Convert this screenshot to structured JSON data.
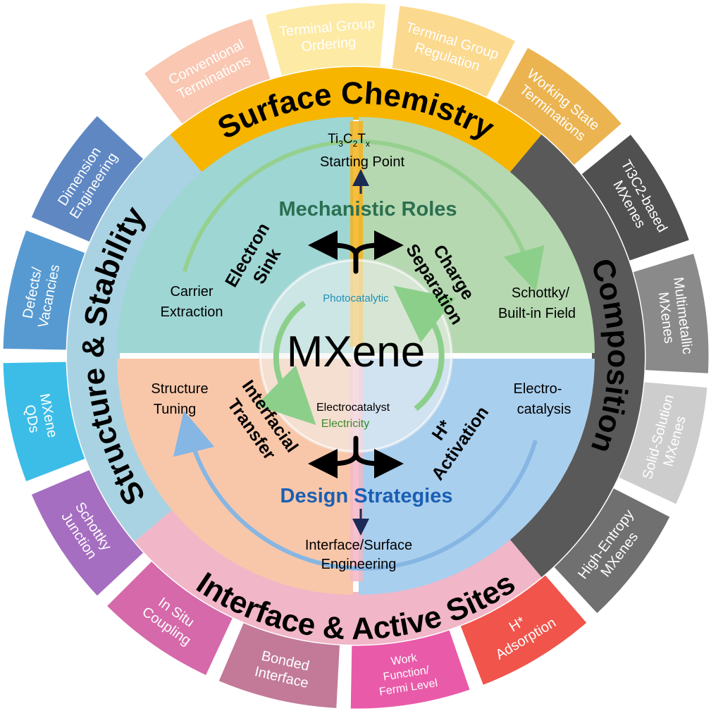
{
  "center": {
    "title": "MXene",
    "photocatalytic": "Photocatalytic",
    "electrocatalyst": "Electrocatalyst",
    "electricity": "Electricity"
  },
  "mechanistic_roles": "Mechanistic Roles",
  "design_strategies": "Design Strategies",
  "starting_point": {
    "formula": {
      "ti": "Ti",
      "n1": "3",
      "c": "C",
      "n2": "2",
      "t": "T",
      "x": "x"
    },
    "label": "Starting Point"
  },
  "interface_surface_engineering": [
    "Interface/Surface",
    "Engineering"
  ],
  "quadrants": {
    "top_left": {
      "label": [
        "Carrier",
        "Extraction"
      ],
      "role": [
        "Electron",
        "Sink"
      ],
      "color": "#9ed6d4"
    },
    "top_right": {
      "label": [
        "Schottky/",
        "Built-in Field"
      ],
      "role": [
        "Charge",
        "Separation"
      ],
      "color": "#b5d8b0"
    },
    "bottom_left": {
      "label": [
        "Structure",
        "Tuning"
      ],
      "role": [
        "Interfacial",
        "Transfer"
      ],
      "color": "#f8c7a9"
    },
    "bottom_right": {
      "label": [
        "Electro-",
        "catalysis"
      ],
      "role": [
        "H*",
        "Activation"
      ],
      "color": "#a9cfee"
    }
  },
  "categories": {
    "surface_chemistry": "Surface Chemistry",
    "composition": "Composition",
    "interface_active_sites": "Interface & Active Sites",
    "structure_stability": "Structure & Stability"
  },
  "outer_ring": [
    {
      "id": "conventional-terminations",
      "lines": [
        "Conventional",
        "Terminations"
      ],
      "color": "#f9c7b2"
    },
    {
      "id": "terminal-group-ordering",
      "lines": [
        "Terminal Group",
        "Ordering"
      ],
      "color": "#fdeaa5"
    },
    {
      "id": "terminal-group-regulation",
      "lines": [
        "Terminal Group",
        "Regulation"
      ],
      "color": "#fbd98e"
    },
    {
      "id": "working-state-terminations",
      "lines": [
        "Working State",
        "Terminations"
      ],
      "color": "#ebb450"
    },
    {
      "id": "ti3c2-based-mxenes",
      "lines": [
        "Ti3C2-based",
        "MXenes"
      ],
      "color": "#505050"
    },
    {
      "id": "multimetallic-mxenes",
      "lines": [
        "Multimetallic",
        "MXenes"
      ],
      "color": "#8a8a8a"
    },
    {
      "id": "solid-solution-mxenes",
      "lines": [
        "Solid-Solution",
        "MXenes"
      ],
      "color": "#cdcdcd"
    },
    {
      "id": "high-entropy-mxenes",
      "lines": [
        "High-Entropy",
        "MXenes"
      ],
      "color": "#707070"
    },
    {
      "id": "h-adsorption",
      "lines": [
        "H*",
        "Adsorption"
      ],
      "color": "#f0544b"
    },
    {
      "id": "work-function-fermi-level",
      "lines": [
        "Work",
        "Function/",
        "Fermi Level"
      ],
      "color": "#e95aa9"
    },
    {
      "id": "bonded-interface",
      "lines": [
        "Bonded",
        "Interface"
      ],
      "color": "#c27a98"
    },
    {
      "id": "in-situ-coupling",
      "lines": [
        "In Situ",
        "Coupling"
      ],
      "color": "#d569a9"
    },
    {
      "id": "schottky-junction",
      "lines": [
        "Schottky",
        "Junction"
      ],
      "color": "#a56ec0"
    },
    {
      "id": "mxene-qds",
      "lines": [
        "MXene",
        "QDs"
      ],
      "color": "#3cbde8"
    },
    {
      "id": "defects-vacancies",
      "lines": [
        "Defects/",
        "Vacancies"
      ],
      "color": "#579ad1"
    },
    {
      "id": "dimension-engineering",
      "lines": [
        "Dimension",
        "Engineering"
      ],
      "color": "#5f88c3"
    }
  ],
  "colors": {
    "surface_band": "#f7b500",
    "composition_band": "#595959",
    "interface_band": "#f1b6c8",
    "structure_band": "#a9d3e2",
    "mechanistic_text": "#2b6f50",
    "design_text": "#1a5fb4",
    "photocatalytic_text": "#1f8fb4",
    "electricity_text": "#3b8a2a"
  }
}
